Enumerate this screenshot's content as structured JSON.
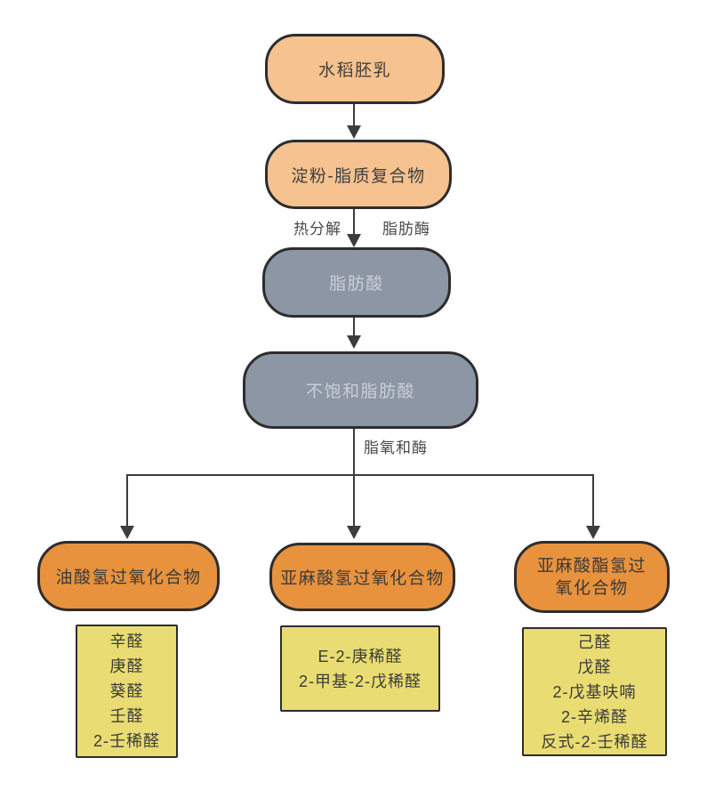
{
  "colors": {
    "background": "#ffffff",
    "peach_fill": "#f6c28f",
    "gray_fill": "#8c96a4",
    "gray_text": "#c9cfd8",
    "orange_fill": "#e8923e",
    "yellow_fill": "#e9dc72",
    "node_border": "#2d2d2d",
    "line": "#3c3c3c",
    "dark_text": "#3f3f3f"
  },
  "flow": {
    "node_rice_endosperm": "水稻胚乳",
    "node_starch_lipid_complex": "淀粉-脂质复合物",
    "node_fatty_acid": "脂肪酸",
    "node_unsaturated_fatty_acid": "不饱和脂肪酸",
    "edge_label_thermal": "热分解",
    "edge_label_lipase": "脂肪酶",
    "edge_label_lipoxygenase": "脂氧和酶",
    "node_oleic_hydroperoxide": "油酸氢过氧化合物",
    "node_linolenic_hydroperoxide": "亚麻酸氢过氧化合物",
    "node_linolenate_hydroperoxide": "亚麻酸酯氢过氧化合物",
    "products_oleic": [
      "辛醛",
      "庚醛",
      "葵醛",
      "壬醛",
      "2-壬稀醛"
    ],
    "products_linolenic": [
      "E-2-庚稀醛",
      "2-甲基-2-戊稀醛"
    ],
    "products_linolenate": [
      "己醛",
      "戊醛",
      "2-戊基呋喃",
      "2-辛烯醛",
      "反式-2-壬稀醛"
    ]
  }
}
